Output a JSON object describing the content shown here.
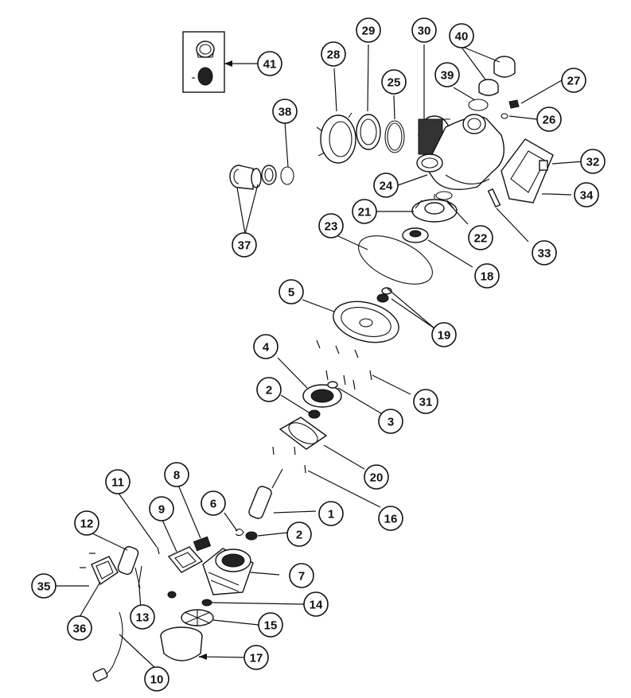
{
  "callouts": [
    {
      "label": "1"
    },
    {
      "label": "2"
    },
    {
      "label": "2"
    },
    {
      "label": "3"
    },
    {
      "label": "4"
    },
    {
      "label": "5"
    },
    {
      "label": "6"
    },
    {
      "label": "7"
    },
    {
      "label": "8"
    },
    {
      "label": "9"
    },
    {
      "label": "10"
    },
    {
      "label": "11"
    },
    {
      "label": "12"
    },
    {
      "label": "13"
    },
    {
      "label": "14"
    },
    {
      "label": "15"
    },
    {
      "label": "16"
    },
    {
      "label": "17"
    },
    {
      "label": "18"
    },
    {
      "label": "19"
    },
    {
      "label": "20"
    },
    {
      "label": "21"
    },
    {
      "label": "22"
    },
    {
      "label": "23"
    },
    {
      "label": "24"
    },
    {
      "label": "25"
    },
    {
      "label": "26"
    },
    {
      "label": "27"
    },
    {
      "label": "28"
    },
    {
      "label": "29"
    },
    {
      "label": "30"
    },
    {
      "label": "31"
    },
    {
      "label": "32"
    },
    {
      "label": "33"
    },
    {
      "label": "34"
    },
    {
      "label": "35"
    },
    {
      "label": "36"
    },
    {
      "label": "37"
    },
    {
      "label": "38"
    },
    {
      "label": "39"
    },
    {
      "label": "40"
    },
    {
      "label": "41"
    }
  ]
}
